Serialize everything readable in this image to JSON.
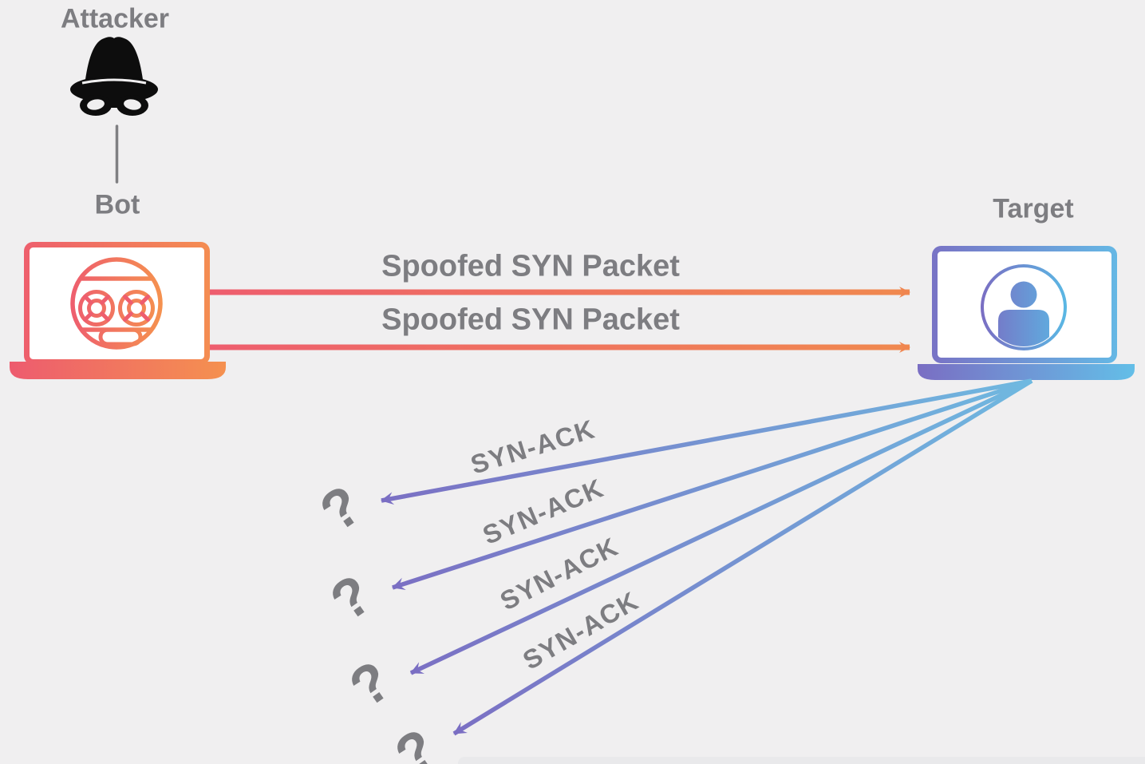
{
  "diagram": {
    "type": "network-attack-flow",
    "nodes": {
      "attacker": {
        "label": "Attacker",
        "icon": "spy-hat-icon"
      },
      "bot": {
        "label": "Bot",
        "icon": "robot-laptop-icon"
      },
      "target": {
        "label": "Target",
        "icon": "person-laptop-icon"
      }
    },
    "messages": {
      "syn_packets": [
        {
          "label": "Spoofed SYN Packet",
          "from": "Bot",
          "to": "Target"
        },
        {
          "label": "Spoofed SYN Packet",
          "from": "Bot",
          "to": "Target"
        }
      ],
      "syn_acks": [
        {
          "label": "SYN-ACK",
          "from": "Target",
          "to": "?"
        },
        {
          "label": "SYN-ACK",
          "from": "Target",
          "to": "?"
        },
        {
          "label": "SYN-ACK",
          "from": "Target",
          "to": "?"
        },
        {
          "label": "SYN-ACK",
          "from": "Target",
          "to": "?"
        }
      ],
      "unknown_marks": [
        "?",
        "?",
        "?",
        "?"
      ]
    },
    "colors": {
      "background": "#f0eff0",
      "label_gray": "#7d7d81",
      "attacker_icon_black": "#0d0d0d",
      "bot_gradient_start": "#ed5b6f",
      "bot_gradient_end": "#f5914f",
      "syn_arrow_start": "#ee5d6e",
      "syn_arrow_end": "#f0854f",
      "target_gradient_start": "#7a6ec3",
      "target_gradient_end": "#63bfe8",
      "synack_line_blue": "#6fb9e0",
      "synack_line_purple": "#7b6ec3",
      "bottom_card_gray": "#e9e9eb"
    }
  }
}
